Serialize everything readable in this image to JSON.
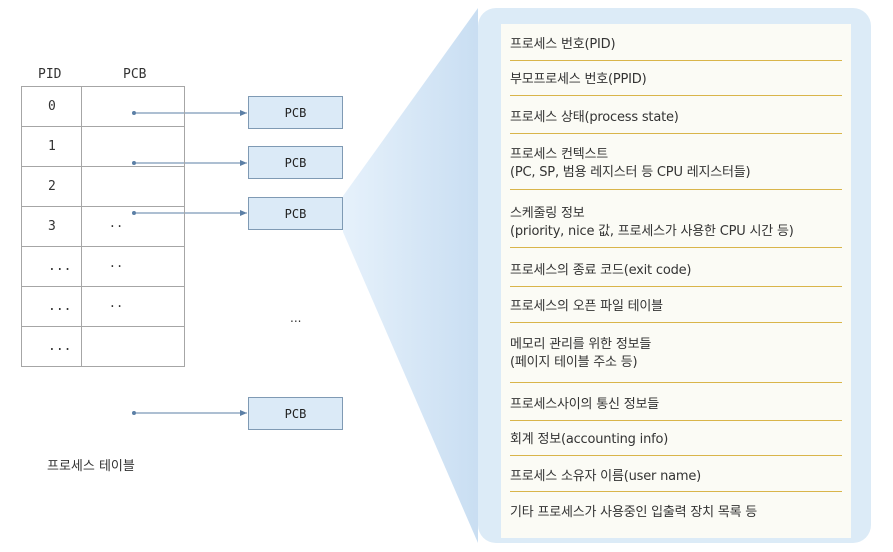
{
  "process_table": {
    "pid_header": "PID",
    "pcb_header": "PCB",
    "caption": "프로세스 테이블",
    "rows": [
      {
        "pid": "0",
        "pcb": "pointer",
        "pcb_text": ""
      },
      {
        "pid": "1",
        "pcb": "pointer",
        "pcb_text": ""
      },
      {
        "pid": "2",
        "pcb": "pointer",
        "pcb_text": ""
      },
      {
        "pid": "3",
        "pcb": "text",
        "pcb_text": ".."
      },
      {
        "pid": "...",
        "pcb": "text",
        "pcb_text": ".."
      },
      {
        "pid": "...",
        "pcb": "text",
        "pcb_text": ".."
      },
      {
        "pid": "...",
        "pcb": "pointer",
        "pcb_text": ""
      }
    ]
  },
  "pcb_boxes": {
    "label": "PCB",
    "ellipsis": "..."
  },
  "pcb_fields": [
    [
      "프로세스 번호(PID)"
    ],
    [
      "부모프로세스 번호(PPID)"
    ],
    [
      "프로세스 상태(process state)"
    ],
    [
      "프로세스 컨텍스트",
      "(PC, SP, 범용 레지스터 등 CPU 레지스터들)"
    ],
    [
      "스케줄링 정보",
      "(priority, nice 값, 프로세스가 사용한 CPU 시간 등)"
    ],
    [
      "프로세스의 종료 코드(exit code)"
    ],
    [
      "프로세스의 오픈 파일 테이블"
    ],
    [
      "메모리  관리를 위한 정보들",
      "(페이지 테이블 주소 등)"
    ],
    [
      "프로세스사이의 통신 정보들"
    ],
    [
      "회계 정보(accounting info)"
    ],
    [
      "프로세스 소유자 이름(user name)"
    ],
    [
      "기타 프로세스가 사용중인 입출력 장치 목록 등"
    ]
  ],
  "colors": {
    "pcb_fill": "#dbeaf7",
    "card_bg": "#dcebf7",
    "card_inner": "#fbfbf5",
    "divider": "#d9b54a",
    "arrow": "#5b7fa6"
  }
}
